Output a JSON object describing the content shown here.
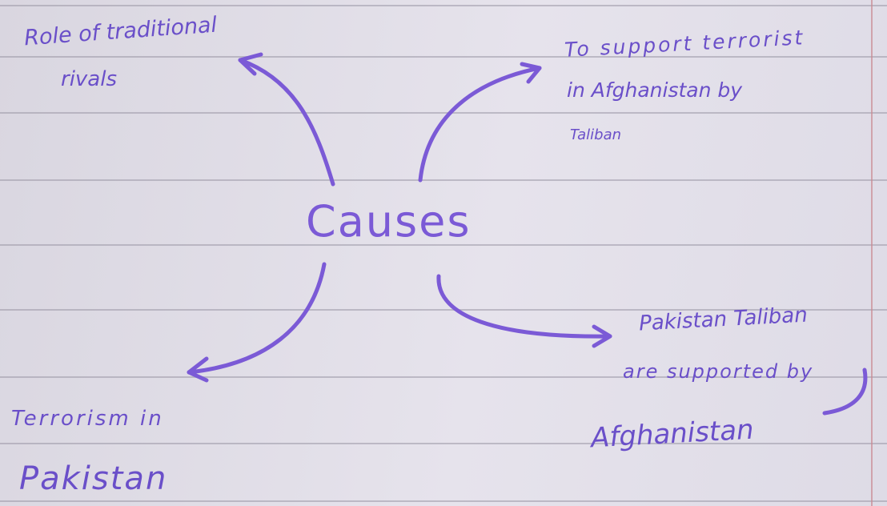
{
  "center": {
    "label": "Causes"
  },
  "branches": {
    "top_left": {
      "lines": [
        "Role of traditional",
        "rivals"
      ]
    },
    "top_right": {
      "lines": [
        "To support terrorist",
        "in Afghanistan by",
        "Taliban"
      ]
    },
    "bottom_right": {
      "lines": [
        "Pakistan Taliban",
        "are supported by",
        "Afghanistan"
      ]
    },
    "bottom_left": {
      "lines": [
        "Terrorism in",
        "Pakistan"
      ]
    }
  },
  "colors": {
    "ink": "#6a4fc9",
    "paper": "#e2dfe8",
    "rule": "#9a98a6",
    "margin": "#c98a93"
  }
}
